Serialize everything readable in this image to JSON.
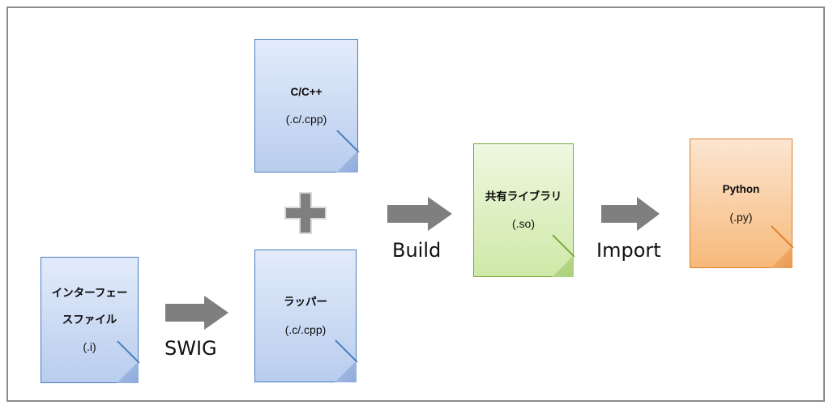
{
  "diagram": {
    "title": "SWIG Python binding build flow",
    "colors": {
      "blue_fill_top": "#e2ebfa",
      "blue_fill_bottom": "#b9cdee",
      "blue_stroke": "#4a7ebb",
      "green_fill_top": "#eef7e0",
      "green_fill_bottom": "#cfe9a8",
      "green_stroke": "#7aa93c",
      "orange_fill_top": "#fce5d1",
      "orange_fill_bottom": "#f7b97a",
      "orange_stroke": "#e2802b",
      "arrow_gray": "#7f7f7f",
      "frame_border": "#8c8c8c"
    },
    "nodes": [
      {
        "id": "interface-file",
        "name": "interface-file-document",
        "line1": "インターフェー",
        "line2": "スファイル",
        "extension": "(.i)",
        "color": "blue"
      },
      {
        "id": "c-cpp-source",
        "name": "c-cpp-source-document",
        "line1": "C/C++",
        "line2": "",
        "extension": "(.c/.cpp)",
        "color": "blue"
      },
      {
        "id": "wrapper",
        "name": "wrapper-document",
        "line1": "ラッパー",
        "line2": "",
        "extension": "(.c/.cpp)",
        "color": "blue"
      },
      {
        "id": "shared-library",
        "name": "shared-library-document",
        "line1": "共有ライブラリ",
        "line2": "",
        "extension": "(.so)",
        "color": "green"
      },
      {
        "id": "python-module",
        "name": "python-module-document",
        "line1": "Python",
        "line2": "",
        "extension": "(.py)",
        "color": "orange"
      }
    ],
    "arrows": [
      {
        "id": "swig-arrow",
        "label": "SWIG",
        "icon": "right-arrow-icon"
      },
      {
        "id": "build-arrow",
        "label": "Build",
        "icon": "right-arrow-icon"
      },
      {
        "id": "import-arrow",
        "label": "Import",
        "icon": "right-arrow-icon"
      }
    ],
    "operators": [
      {
        "id": "combine-plus",
        "icon": "plus-icon",
        "symbol": "+"
      }
    ]
  }
}
